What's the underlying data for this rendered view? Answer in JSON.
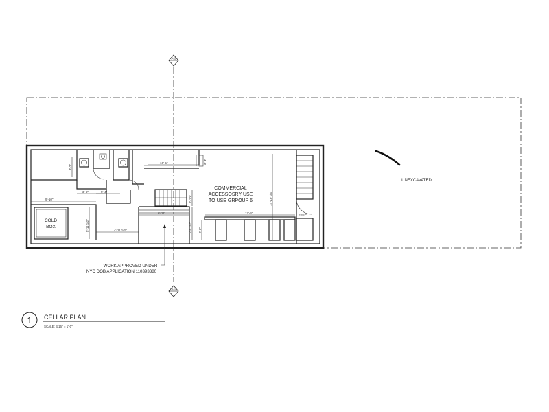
{
  "rooms": {
    "commercial_line1": "COMMERCIAL",
    "commercial_line2": "ACCESSOSRY USE",
    "commercial_line3": "TO USE GRPOUP 6",
    "cold_box_line1": "COLD",
    "cold_box_line2": "BOX",
    "unexcavated": "UNEXCAVATED",
    "fpsc": "FPSC"
  },
  "note": {
    "line1": "WORK APPROVED UNDER",
    "line2": "NYC DOB APPLICATION 110393380"
  },
  "title_block": {
    "number": "1",
    "title": "CELLAR PLAN",
    "scale": "SCALE: 3/16\" =   1'-0\""
  },
  "dimensions": {
    "d1": "9'-10\"",
    "d2": "3'-6\"",
    "d3": "5'-4\"",
    "d4": "6'-11\"",
    "d5": "4'-11 1/2\"",
    "d6": "17'-4\"",
    "d7": "16'-5\"",
    "d8": "14'-10 1/4\"",
    "d9": "5'-11 1/2\"",
    "d10": "3'-2\"",
    "d11": "3'-4\"",
    "d12": "5'-5 1/2\"",
    "d13": "2'-10\"",
    "d14": "2'-6\""
  },
  "section_markers": {
    "top": "A-2",
    "bottom": "A-2"
  },
  "colors": {
    "line": "#222222",
    "background": "#ffffff"
  }
}
